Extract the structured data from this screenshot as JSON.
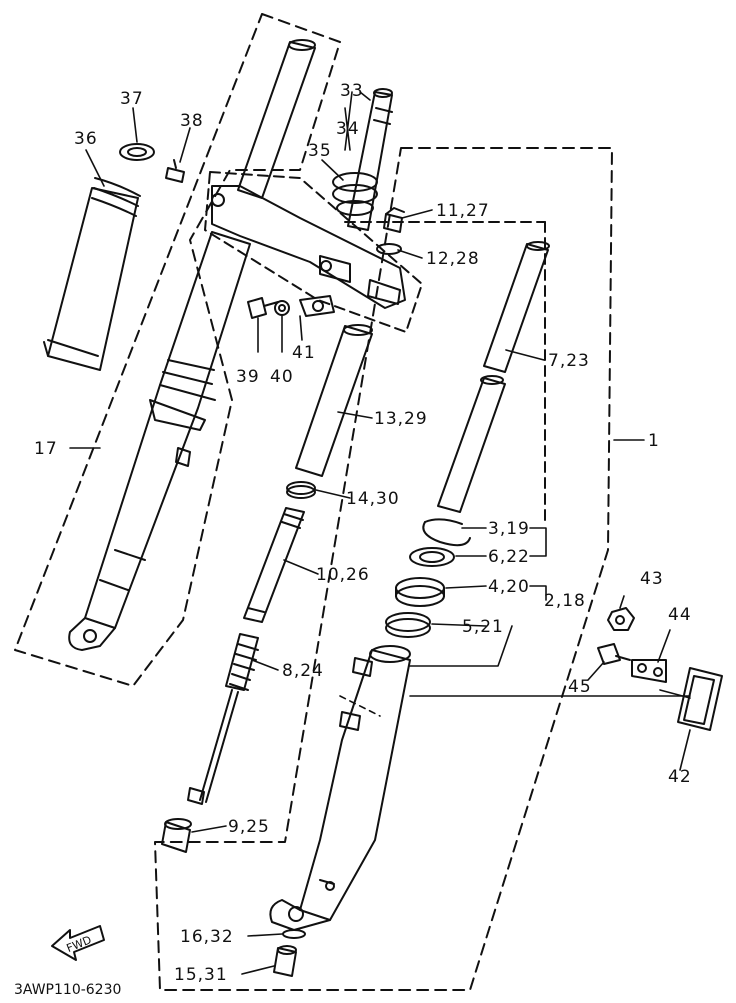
{
  "callouts": {
    "c1": "1",
    "c2_18": "2,18",
    "c3_19": "3,19",
    "c4_20": "4,20",
    "c5_21": "5,21",
    "c6_22": "6,22",
    "c7_23": "7,23",
    "c8_24": "8,24",
    "c9_25": "9,25",
    "c10_26": "10,26",
    "c11_27": "11,27",
    "c12_28": "12,28",
    "c13_29": "13,29",
    "c14_30": "14,30",
    "c15_31": "15,31",
    "c16_32": "16,32",
    "c17": "17",
    "c33": "33",
    "c34": "34",
    "c35": "35",
    "c36": "36",
    "c37": "37",
    "c38": "38",
    "c39": "39",
    "c40": "40",
    "c41": "41",
    "c42": "42",
    "c43": "43",
    "c44": "44",
    "c45": "45"
  },
  "fwd_label": "FWD",
  "diagram_code": "3AWP110-6230"
}
